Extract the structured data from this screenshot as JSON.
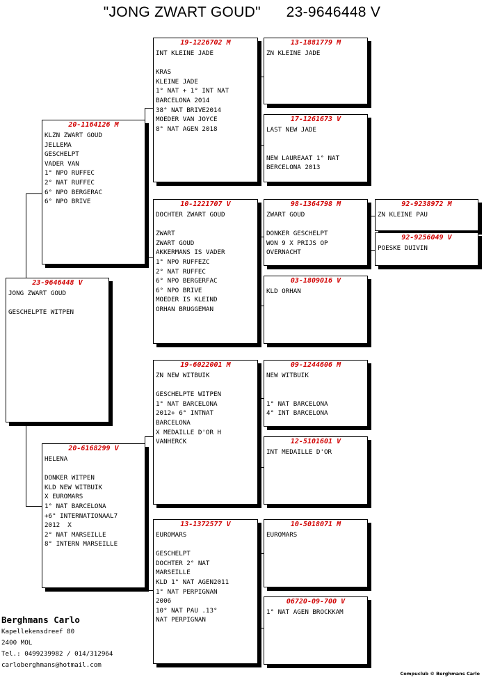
{
  "header": {
    "title": "\"JONG ZWART GOUD\"      23-9646448 V"
  },
  "pedigree": {
    "subject": {
      "ring": "23-9646448 V",
      "lines": [
        "JONG ZWART GOUD",
        "",
        "GESCHELPTE WITPEN"
      ]
    },
    "sire": {
      "ring": "20-1164126 M",
      "lines": [
        "KLZN ZWART GOUD",
        "JELLEMA",
        "GESCHELPT",
        "VADER VAN",
        "1° NPO RUFFEC",
        "2° NAT RUFFEC",
        "6° NPO BERGERAC",
        "6° NPO BRIVE"
      ]
    },
    "dam": {
      "ring": "20-6168299 V",
      "lines": [
        "HELENA",
        "",
        "DONKER WITPEN",
        "KLD NEW WITBUIK",
        "X EUROMARS",
        "1° NAT BARCELONA",
        "+6° INTERNATIONAAL7",
        "2012  X",
        "2° NAT MARSEILLE",
        "8° INTERN MARSEILLE"
      ]
    },
    "sire_sire": {
      "ring": "19-1226702 M",
      "lines": [
        "INT KLEINE JADE",
        "",
        "KRAS",
        "KLEINE JADE",
        "1° NAT + 1° INT NAT",
        "BARCELONA 2014",
        "38° NAT BRIVE2014",
        "MOEDER VAN JOYCE",
        "8° NAT AGEN 2018"
      ]
    },
    "sire_dam": {
      "ring": "10-1221707 V",
      "lines": [
        "DOCHTER ZWART GOUD",
        "",
        "ZWART",
        "ZWART GOUD",
        "AKKERMANS IS VADER",
        "1° NPO RUFFEZC",
        "2° NAT RUFFEC",
        "6° NPO BERGERFAC",
        "6° NPO BRIVE",
        "MOEDER IS KLEIND",
        "ORHAN BRUGGEMAN"
      ]
    },
    "dam_sire": {
      "ring": "19-6022001 M",
      "lines": [
        "ZN NEW WITBUIK",
        "",
        "GESCHELPTE WITPEN",
        "1° NAT BARCELONA",
        "2012+ 6° INTNAT",
        "BARCELONA",
        "X MEDAILLE D'OR H",
        "VANHERCK"
      ]
    },
    "dam_dam": {
      "ring": "13-1372577 V",
      "lines": [
        "EUROMARS",
        "",
        "GESCHELPT",
        "DOCHTER 2° NAT",
        "MARSEILLE",
        "KLD 1° NAT AGEN2011",
        "1° NAT PERPIGNAN",
        "2006",
        "10° NAT PAU .13°",
        "NAT PERPIGNAN"
      ]
    },
    "ss_sire": {
      "ring": "13-1881779 M",
      "lines": [
        "ZN KLEINE JADE"
      ]
    },
    "ss_dam": {
      "ring": "17-1261673 V",
      "lines": [
        "LAST NEW JADE",
        "",
        "",
        "NEW LAUREAAT 1° NAT",
        "BERCELONA 2013"
      ]
    },
    "sd_sire": {
      "ring": "98-1364798 M",
      "lines": [
        "ZWART GOUD",
        "",
        "DONKER GESCHELPT",
        "WON 9 X PRIJS OP",
        "OVERNACHT"
      ]
    },
    "sd_dam": {
      "ring": "03-1809016 V",
      "lines": [
        "KLD ORHAN"
      ]
    },
    "ds_sire": {
      "ring": "09-1244606 M",
      "lines": [
        "NEW WITBUIK",
        "",
        "",
        "1° NAT BARCELONA",
        "4° INT BARCELONA"
      ]
    },
    "ds_dam": {
      "ring": "12-5101601 V",
      "lines": [
        "INT MEDAILLE D'OR"
      ]
    },
    "dd_sire": {
      "ring": "10-5018071 M",
      "lines": [
        "EUROMARS"
      ]
    },
    "dd_dam": {
      "ring": "06720-09-700 V",
      "lines": [
        "1° NAT AGEN BROCKKAM"
      ]
    },
    "sds_sire": {
      "ring": "92-9238972 M",
      "lines": [
        "ZN KLEINE PAU"
      ]
    },
    "sds_dam": {
      "ring": "92-9256049 V",
      "lines": [
        "POESKE DUIVIN"
      ]
    }
  },
  "owner": {
    "name": "Berghmans Carlo",
    "address": "Kapellekensdreef 80",
    "city": "2400  MOL",
    "phone": "Tel.: 0499239982 / 014/312964",
    "email": "carloberghmans@hotmail.com"
  },
  "footer": {
    "credit": "Compuclub © Berghmans Carlo"
  },
  "colors": {
    "ring": "#d10000",
    "border": "#000000",
    "background": "#ffffff"
  }
}
